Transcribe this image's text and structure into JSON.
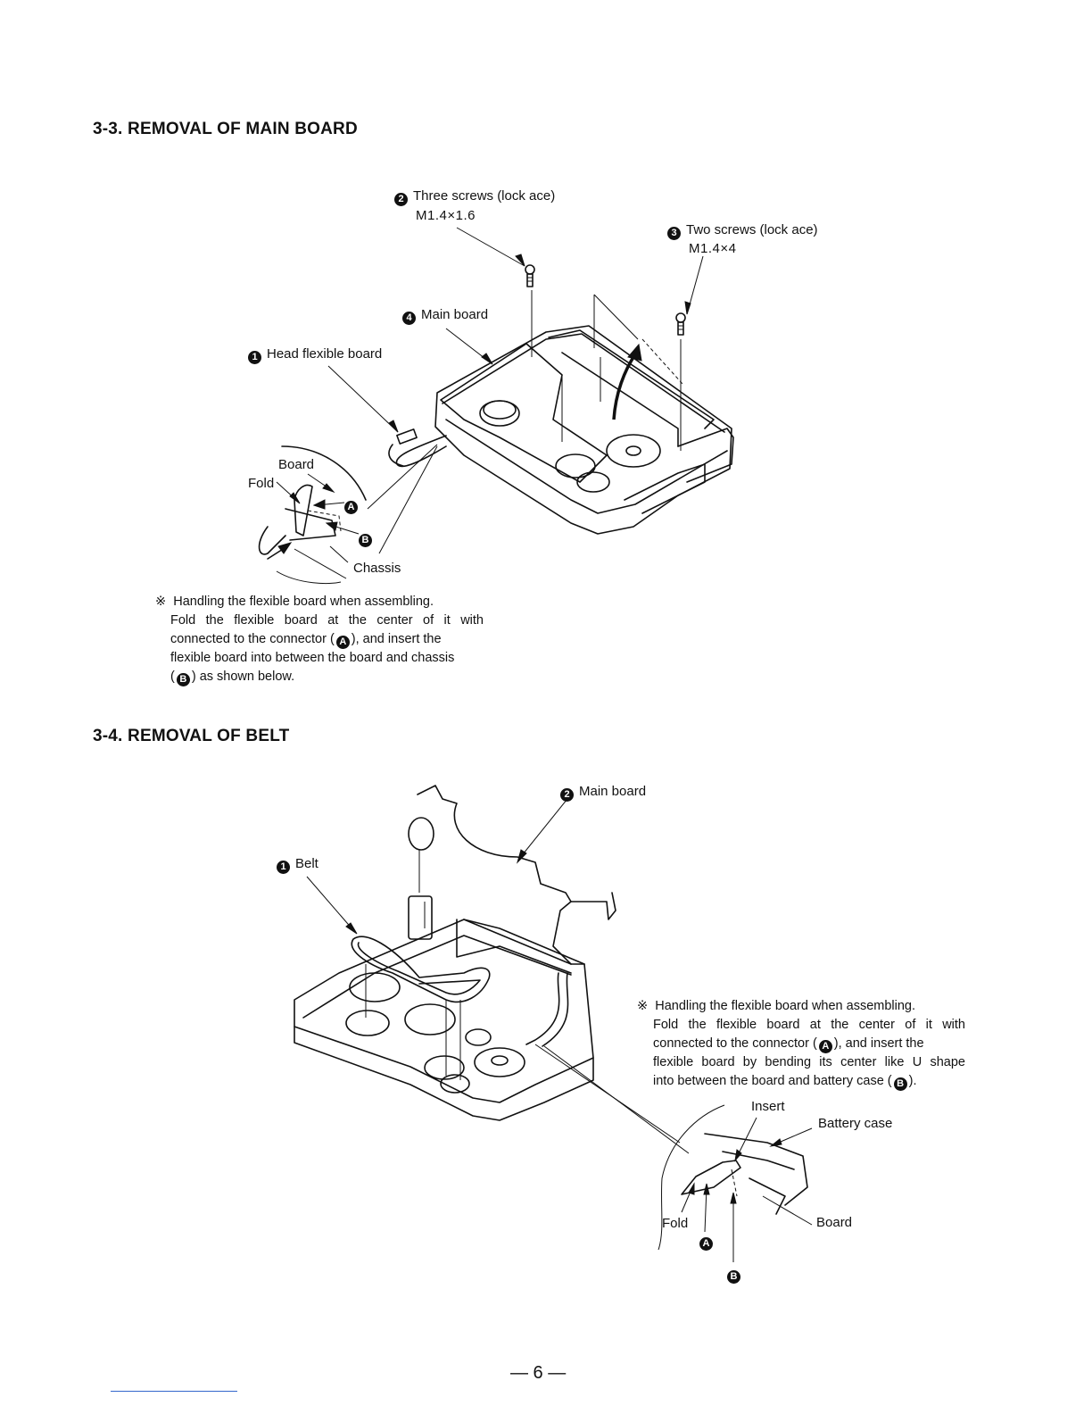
{
  "section_main_board": {
    "heading": "3-3.   REMOVAL OF MAIN BOARD",
    "callouts": {
      "screws_three": {
        "num": "2",
        "text": "Three screws (lock ace)",
        "spec": "M1.4×1.6"
      },
      "screws_two": {
        "num": "3",
        "text": "Two screws (lock ace)",
        "spec": "M1.4×4"
      },
      "main_board": {
        "num": "4",
        "text": "Main board"
      },
      "head_flex": {
        "num": "1",
        "text": "Head flexible board"
      }
    },
    "inset": {
      "board": "Board",
      "fold": "Fold",
      "chassis": "Chassis",
      "a": "A",
      "b": "B"
    },
    "note": {
      "mark": "※",
      "line1": "Handling the flexible board when assembling.",
      "line2": "Fold the flexible board at the center of it with",
      "line3_pre": "connected to the connector (",
      "line3_post": "),  and insert the",
      "line4": "flexible board into between the board and chassis",
      "line5_pre": "(",
      "line5_post": ") as shown below.",
      "a": "A",
      "b": "B"
    }
  },
  "section_belt": {
    "heading": "3-4.   REMOVAL OF BELT",
    "callouts": {
      "main_board": {
        "num": "2",
        "text": "Main board"
      },
      "belt": {
        "num": "1",
        "text": "Belt"
      }
    },
    "note": {
      "mark": "※",
      "line1": "Handling the flexible board when assembling.",
      "line2": "Fold the flexible board at the center of it with",
      "line3_pre": "connected to the connector (",
      "line3_post": "), and insert the",
      "line4": "flexible board by bending its center like U shape",
      "line5_pre": "into between the board and battery case (",
      "line5_post": ").",
      "a": "A",
      "b": "B"
    },
    "inset": {
      "insert": "Insert",
      "battery_case": "Battery case",
      "fold": "Fold",
      "board": "Board",
      "a": "A",
      "b": "B"
    }
  },
  "footer": {
    "page_number": "— 6 —"
  }
}
